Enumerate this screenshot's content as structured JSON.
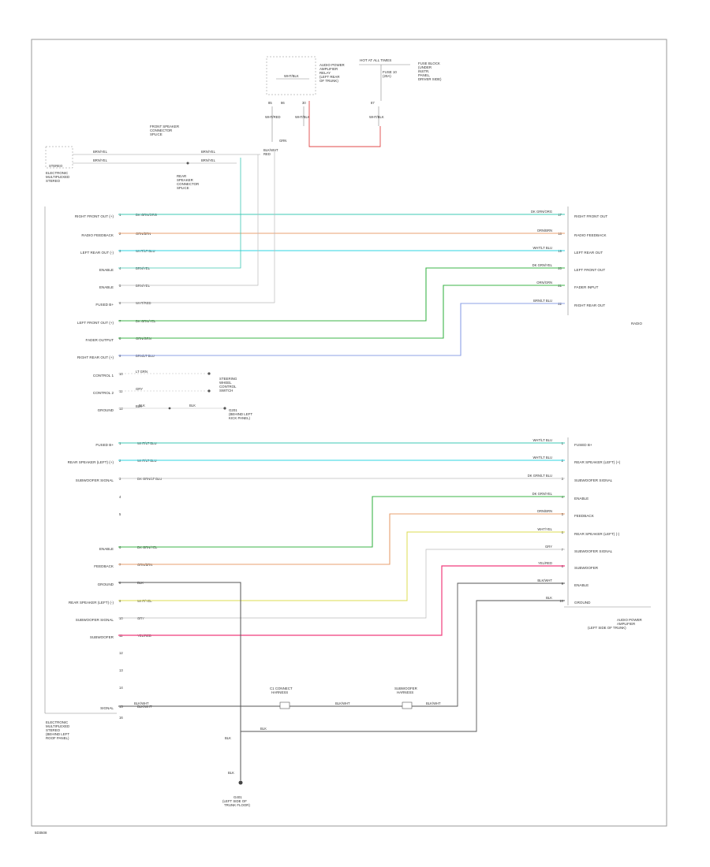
{
  "colors": {
    "teal": "#3cc8b4",
    "cyan": "#2fd4e0",
    "orange": "#e8a070",
    "green": "#3cb44a",
    "blue": "#8ca0e6",
    "grey": "#b4b4b4",
    "yellow": "#dcdc50",
    "pink": "#f03c7c",
    "red": "#e04848",
    "dark": "#555555"
  },
  "footer": {
    "code": "5D3508"
  },
  "top": {
    "hot_label": "HOT AT ALL TIMES",
    "relay_note": [
      "AUDIO POWER",
      "AMPLIFIER",
      "RELAY",
      "(LEFT REAR",
      "OF TRUNK)"
    ],
    "fuse_note": [
      "FUSE 10",
      "(20A)"
    ],
    "block_note": [
      "FUSE BLOCK",
      "(UNDER",
      "INSTR.",
      "PANEL,",
      "DRIVER SIDE)"
    ],
    "wire_wht_blk": "WHT/BLK",
    "pins": [
      "85",
      "86",
      "30",
      "87"
    ],
    "relay_wires": [
      "WHT/RED",
      "WHT/BLK",
      "WHT/BLK"
    ],
    "grn_tag": "GRN",
    "ground_wire": [
      "BLK/WHT",
      "RED"
    ]
  },
  "upper": {
    "left_module": [
      "ELECTRONIC",
      "MULTIPLEXED",
      "STEREO"
    ],
    "left_box_label": "STEREO",
    "splice_note": [
      "FRONT SPEAKER",
      "CONNECTOR",
      "SPLICE"
    ],
    "splice_note2": [
      "REAR",
      "SPEAKER",
      "CONNECTOR",
      "SPLICE"
    ],
    "splice_wires": [
      "BRN/YEL",
      "BRN/YEL",
      "BRN/YEL",
      "BRN/YEL"
    ],
    "left_labels": [
      "RIGHT FRONT OUT (+)",
      "RADIO FEEDBACK",
      "LEFT REAR OUT (-)",
      "ENABLE",
      "ENABLE",
      "FUSED B+",
      "LEFT FRONT OUT (+)",
      "FADER OUTPUT",
      "RIGHT REAR OUT (+)",
      "CONTROL 1",
      "CONTROL 2",
      "GROUND"
    ],
    "left_pins": [
      "1",
      "2",
      "3",
      "4",
      "5",
      "6",
      "7",
      "8",
      "9",
      "10",
      "11",
      "12"
    ],
    "left_wires": [
      "DK GRN/ORG",
      "ORN/BRN",
      "WHT/LT BLU",
      "BRN/YEL",
      "BRN/YEL",
      "WHT/RED",
      "DK GRN/YEL",
      "ORN/GRN",
      "BRN/LT BLU",
      "LT GRN",
      "GRY",
      "BLK"
    ],
    "right_labels": [
      "RIGHT FRONT OUT",
      "RADIO FEEDBACK",
      "LEFT REAR OUT",
      "LEFT FRONT OUT",
      "FADER INPUT",
      "RIGHT REAR OUT"
    ],
    "right_wires": [
      "DK GRN/ORG",
      "ORN/BRN",
      "WHT/LT BLU",
      "DK GRN/YEL",
      "ORN/GRN",
      "BRN/LT BLU"
    ],
    "right_pins": [
      "17",
      "18",
      "19",
      "20",
      "21",
      "22"
    ],
    "right_module": "RADIO",
    "steering_note": [
      "STEERING",
      "WHEEL",
      "CONTROL",
      "SWITCH"
    ],
    "ground_note": [
      "G201",
      "(BEHIND LEFT",
      "KICK PANEL)"
    ],
    "ground_wire_tag": "BLK",
    "ground_wire_tag2": "BLK"
  },
  "lower": {
    "left_labels": [
      "FUSED B+",
      "REAR SPEAKER (LEFT) (+)",
      "SUBWOOFER SIGNAL",
      "",
      "",
      "ENABLE",
      "FEEDBACK",
      "GROUND",
      "REAR SPEAKER (LEFT) (-)",
      "SUBWOOFER SIGNAL",
      "SUBWOOFER",
      "",
      "",
      "",
      "SIGNAL",
      ""
    ],
    "left_pins": [
      "1",
      "2",
      "3",
      "4",
      "5",
      "6",
      "7",
      "8",
      "9",
      "10",
      "11",
      "12",
      "13",
      "14",
      "15",
      "16"
    ],
    "left_wires": [
      "WHT/LT BLU",
      "WHT/LT BLU",
      "DK GRN/LT BLU",
      "",
      "",
      "DK GRN/YEL",
      "ORN/BRN",
      "BLK",
      "WHT/YEL",
      "GRY",
      "YEL/RED",
      "",
      "",
      "",
      "BLK/WHT"
    ],
    "right_labels": [
      "FUSED B+",
      "REAR SPEAKER (LEFT) (+)",
      "SUBWOOFER SIGNAL",
      "ENABLE",
      "FEEDBACK",
      "REAR SPEAKER (LEFT) (-)",
      "SUBWOOFER SIGNAL",
      "SUBWOOFER",
      "ENABLE",
      "GROUND"
    ],
    "right_wires": [
      "WHT/LT BLU",
      "WHT/LT BLU",
      "DK GRN/LT BLU",
      "DK GRN/YEL",
      "ORN/BRN",
      "WHT/YEL",
      "GRY",
      "YEL/RED",
      "BLK/WHT",
      "BLK"
    ],
    "right_pins": [
      "1",
      "2",
      "3",
      "4",
      "5",
      "6",
      "7",
      "8",
      "9",
      "10"
    ],
    "left_module": [
      "ELECTRONIC",
      "MULTIPLEXED",
      "STEREO",
      "(BEHIND LEFT",
      "ROOF PANEL)"
    ],
    "right_module": [
      "AUDIO POWER",
      "AMPLIFIER",
      "(LEFT SIDE OF TRUNK)"
    ],
    "mid_conn1": [
      "C1 CONNECT",
      "HARNESS"
    ],
    "mid_conn2": [
      "SUBWOOFER",
      "HARNESS"
    ],
    "mid_wires": [
      "BLK/WHT",
      "BLK/WHT",
      "BLK/WHT"
    ],
    "ground_tag": "BLK",
    "ground_tag2": "BLK",
    "ground_wire": "BLK",
    "ground_note": [
      "G401",
      "(LEFT SIDE OF",
      "TRUNK FLOOR)"
    ]
  }
}
